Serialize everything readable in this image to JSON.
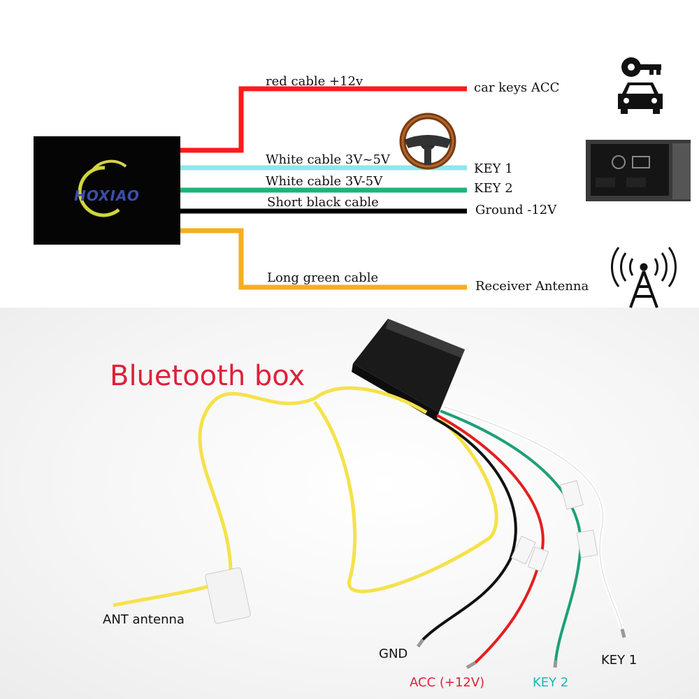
{
  "logo_text": "HOXIAO",
  "colors": {
    "red": "#ff1a1a",
    "light_blue": "#8fe6ee",
    "green": "#1ab57a",
    "black": "#000000",
    "orange": "#f6ae1e",
    "title_red": "#e0203a",
    "key2_teal": "#1fb5b5"
  },
  "cables": [
    {
      "label": "red cable +12v",
      "target": "car keys ACC",
      "color_key": "red"
    },
    {
      "label": "White cable  3V~5V",
      "target": "KEY 1",
      "color_key": "light_blue"
    },
    {
      "label": "White cable  3V-5V",
      "target": "KEY 2",
      "color_key": "green"
    },
    {
      "label": "Short black cable",
      "target": "Ground -12V",
      "color_key": "black"
    },
    {
      "label": "Long green cable",
      "target": "Receiver Antenna",
      "color_key": "orange"
    }
  ],
  "icons": [
    "car-key-icon",
    "steering-wheel-icon",
    "car-radio-icon",
    "antenna-tower-icon"
  ],
  "photo": {
    "title": "Bluetooth box",
    "labels": {
      "ant": "ANT antenna",
      "gnd": "GND",
      "acc": "ACC (+12V)",
      "key2": "KEY 2",
      "key1": "KEY 1"
    }
  }
}
